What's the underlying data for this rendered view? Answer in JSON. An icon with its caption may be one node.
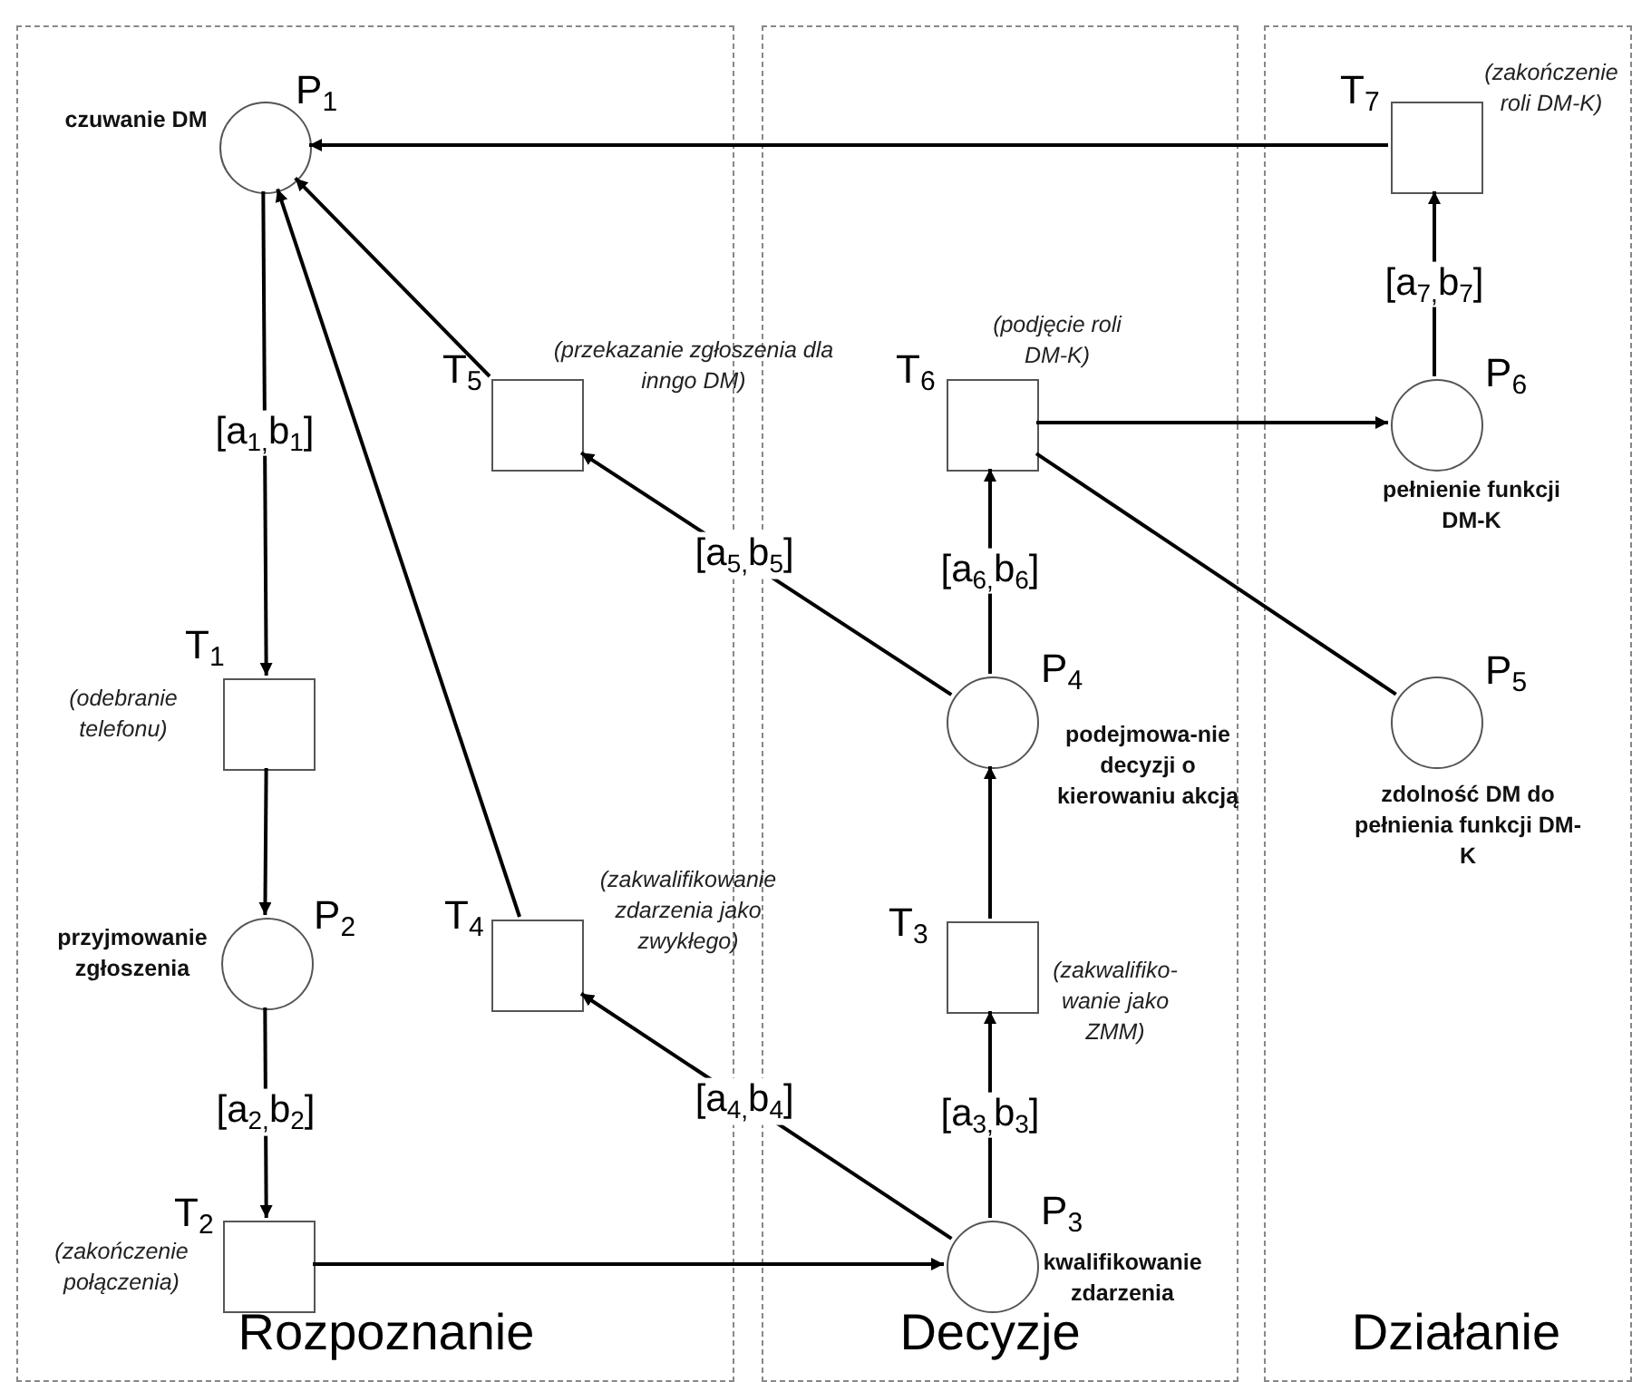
{
  "diagram": {
    "nodes": [
      {
        "text": [
          "Rozpoznanie"
        ]
      },
      {
        "text": [
          "Decyzje"
        ]
      },
      {
        "text": [
          "Działanie"
        ]
      },
      {
        "text": [
          "P$_{1}$",
          "czuwanie DM"
        ],
        "in": 0
      },
      {
        "text": [
          "T$_{1}$",
          "(odebranie telefonu)"
        ],
        "in": 0
      },
      {
        "text": [
          "P$_{2}$",
          "przyjmowanie zgłoszenia"
        ],
        "in": 0
      },
      {
        "text": [
          "T$_{2}$",
          "(zakończenie połączenia)"
        ],
        "in": 0
      },
      {
        "text": [
          "T$_{5}$",
          "(przekazanie zgłoszenia dla inngo DM)"
        ],
        "in": 0
      },
      {
        "text": [
          "T$_{4}$",
          "(zakwalifikowanie zdarzenia jako zwykłego)"
        ],
        "in": 0
      },
      {
        "text": [
          "T$_{6}$",
          "(podjęcie roli DM-K)"
        ],
        "in": 1
      },
      {
        "text": [
          "P$_{4}$",
          "podejmowa-nie decyzji o kierowaniu akcją"
        ],
        "in": 1
      },
      {
        "text": [
          "T$_{3}$",
          "(zakwalifiko-wanie jako ZMM)"
        ],
        "in": 1
      },
      {
        "text": [
          "P$_{3}$",
          "kwalifikowanie zdarzenia"
        ],
        "in": 1
      },
      {
        "text": [
          "T$_{7}$",
          "(zakończenie roli DM-K)"
        ],
        "in": 2
      },
      {
        "text": [
          "P$_{6}$",
          "pełnienie funkcji DM-K"
        ],
        "in": 2
      },
      {
        "text": [
          "P$_{5}$",
          "zdolność DM do pełnienia funkcji DM-K"
        ],
        "in": 2
      }
    ],
    "edges": [
      {
        "from": 3,
        "to": 4,
        "arrow": "to",
        "label": "[a$_{1,}$b$_{1}$]"
      },
      {
        "from": 4,
        "to": 5,
        "arrow": "to"
      },
      {
        "from": 5,
        "to": 6,
        "arrow": "to",
        "label": "[a$_{2,}$b$_{2}$]"
      },
      {
        "from": 6,
        "to": 12,
        "arrow": "to"
      },
      {
        "from": 12,
        "to": 11,
        "arrow": "to",
        "label": "[a$_{3,}$b$_{3}$]"
      },
      {
        "from": 11,
        "to": 10,
        "arrow": "to"
      },
      {
        "from": 10,
        "to": 9,
        "arrow": "to",
        "label": "[a$_{6,}$b$_{6}$]"
      },
      {
        "from": 9,
        "to": 14,
        "arrow": "to"
      },
      {
        "from": 9,
        "to": 15,
        "arrow": "none"
      },
      {
        "from": 14,
        "to": 13,
        "arrow": "to",
        "label": "[a$_{7,}$b$_{7}$]"
      },
      {
        "from": 13,
        "to": 3,
        "arrow": "to"
      },
      {
        "from": 12,
        "to": 8,
        "arrow": "to",
        "label": "[a$_{4,}$b$_{4}$]"
      },
      {
        "from": 8,
        "to": 3,
        "arrow": "to"
      },
      {
        "from": 10,
        "to": 7,
        "arrow": "to",
        "label": "[a$_{5,}$b$_{5}$]"
      },
      {
        "from": 7,
        "to": 3,
        "arrow": "to"
      }
    ]
  }
}
